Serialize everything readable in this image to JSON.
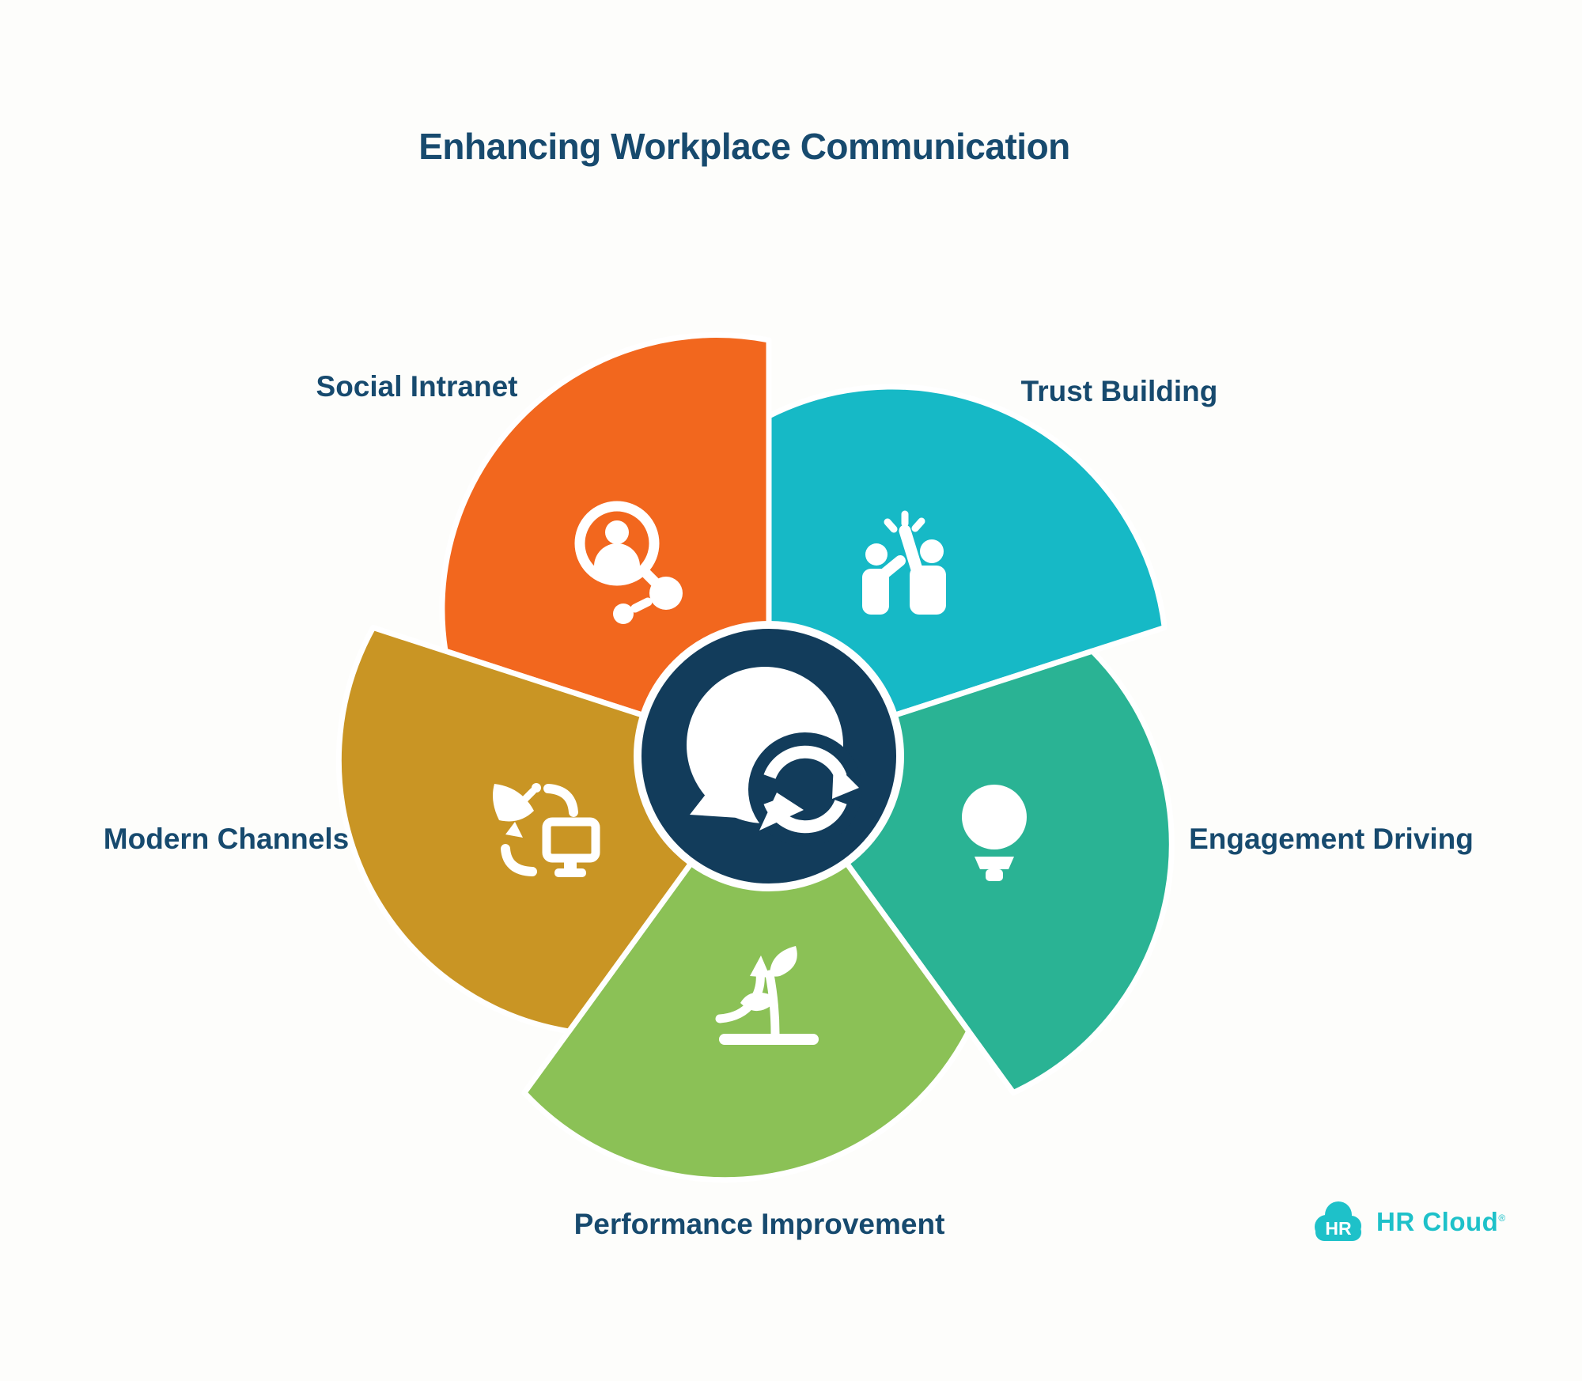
{
  "title": "Enhancing Workplace Communication",
  "text_color": "#174a6e",
  "chart_data": {
    "type": "pie",
    "variant": "pinwheel-wheel-infographic",
    "total_segments": 5,
    "segment_angle_deg": 72,
    "values": [
      20,
      20,
      20,
      20,
      20
    ],
    "legend_position": "labels-around-wheel",
    "center": {
      "icon": "speech-bubble-sync-icon",
      "color": "#123c5b",
      "ring_color": "#ffffff"
    },
    "segments": [
      {
        "label": "Social Intranet",
        "color": "#f2671e",
        "icon": "user-search-share-icon",
        "position": "top-left"
      },
      {
        "label": "Trust Building",
        "color": "#16b9c6",
        "icon": "high-five-icon",
        "position": "top-right"
      },
      {
        "label": "Engagement Driving",
        "color": "#2ab394",
        "icon": "lightbulb-icon",
        "position": "right"
      },
      {
        "label": "Performance Improvement",
        "color": "#8bc156",
        "icon": "growth-sprout-arrow-icon",
        "position": "bottom"
      },
      {
        "label": "Modern Channels",
        "color": "#c99524",
        "icon": "satellite-computer-icon",
        "position": "left"
      }
    ]
  },
  "branding": {
    "logo_monogram": "HR",
    "logo_text": "HR Cloud",
    "registered_mark": "®",
    "logo_color": "#1ec1c9"
  }
}
